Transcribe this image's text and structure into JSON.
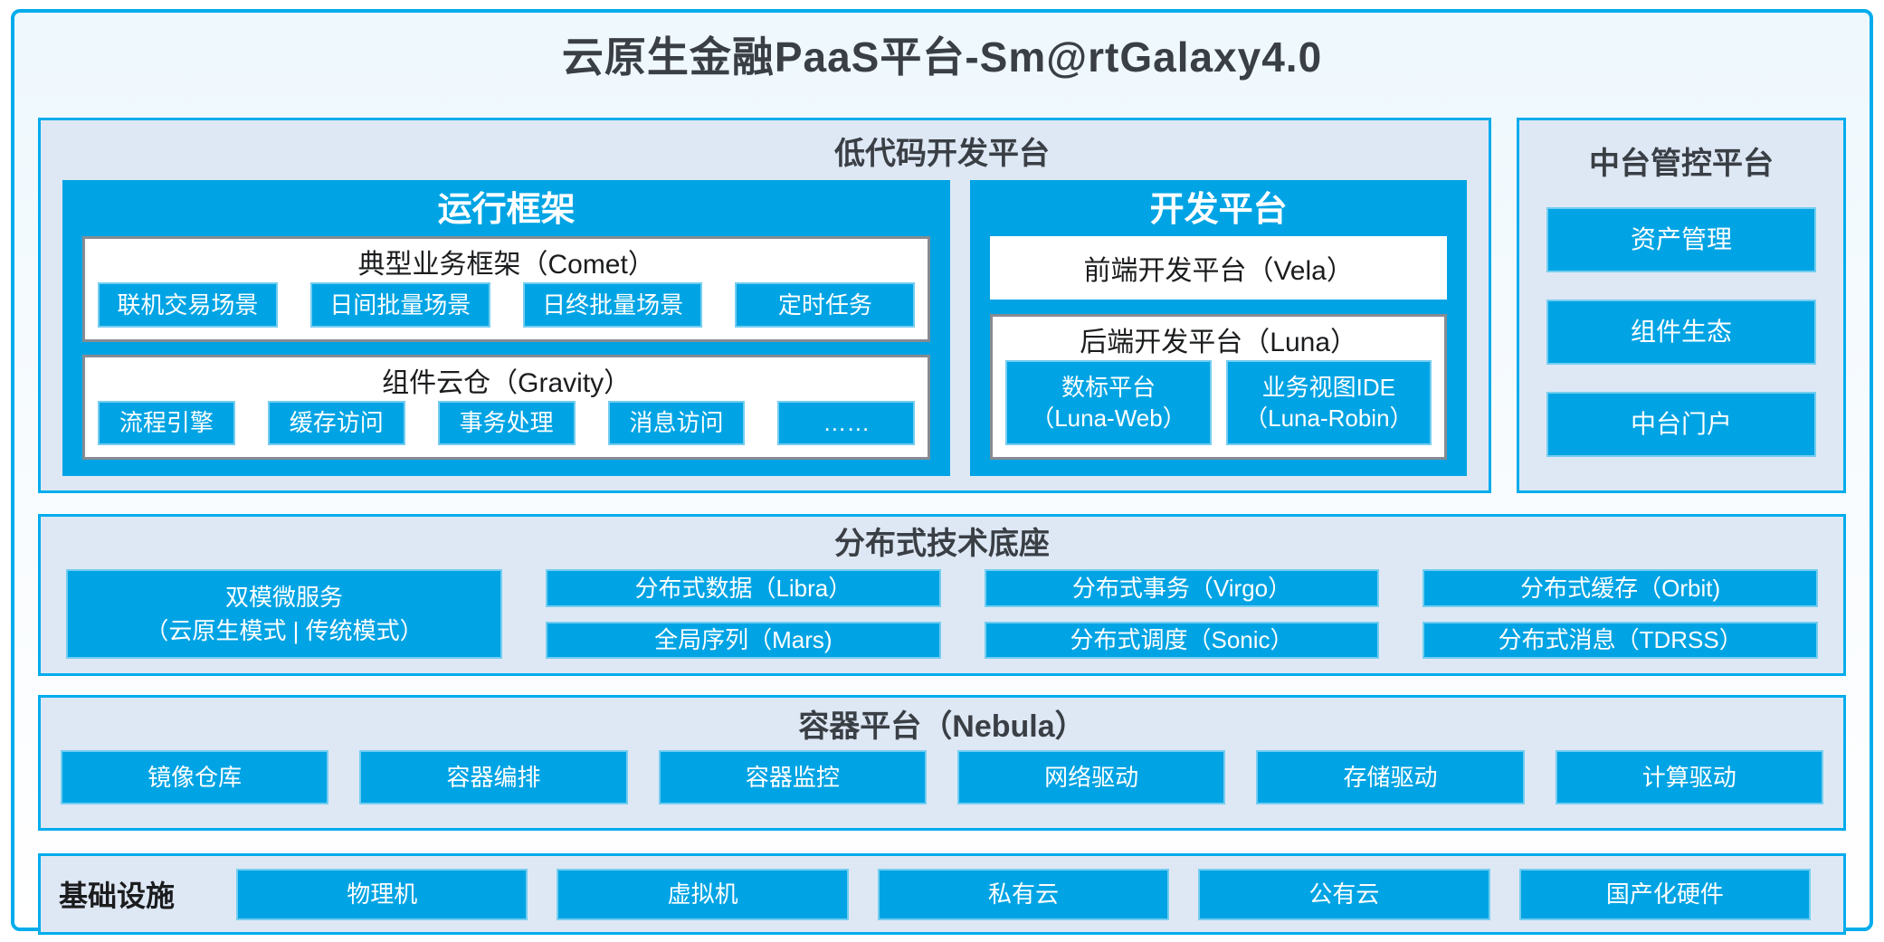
{
  "theme": {
    "accent": "#00A4E4",
    "border_blue": "#00ACEC",
    "section_bg": "#DEE8F5",
    "box_border_gray": "#878B92",
    "dark_text": "#3A3F45",
    "black_text": "#1B1C1E",
    "page_bg_top": "#EEF8FD"
  },
  "page": {
    "title": "云原生金融PaaS平台-Sm@rtGalaxy4.0"
  },
  "low_code": {
    "title": "低代码开发平台",
    "runtime": {
      "title": "运行框架",
      "comet": {
        "title": "典型业务框架（Comet）",
        "items": [
          "联机交易场景",
          "日间批量场景",
          "日终批量场景",
          "定时任务"
        ]
      },
      "gravity": {
        "title": "组件云仓（Gravity）",
        "items": [
          "流程引擎",
          "缓存访问",
          "事务处理",
          "消息访问",
          "……"
        ]
      }
    },
    "dev": {
      "title": "开发平台",
      "vela": "前端开发平台（Vela）",
      "luna": {
        "title": "后端开发平台（Luna）",
        "items": [
          {
            "line1": "数标平台",
            "line2": "（Luna-Web）"
          },
          {
            "line1": "业务视图IDE",
            "line2": "（Luna-Robin）"
          }
        ]
      }
    }
  },
  "midend": {
    "title": "中台管控平台",
    "items": [
      "资产管理",
      "组件生态",
      "中台门户"
    ]
  },
  "distributed": {
    "title": "分布式技术底座",
    "big_item": {
      "line1": "双模微服务",
      "line2": "（云原生模式 | 传统模式）"
    },
    "columns": [
      {
        "top": "分布式数据（Libra）",
        "bottom": "全局序列（Mars)"
      },
      {
        "top": "分布式事务（Virgo）",
        "bottom": "分布式调度（Sonic）"
      },
      {
        "top": "分布式缓存（Orbit)",
        "bottom": "分布式消息（TDRSS）"
      }
    ]
  },
  "container_platform": {
    "title": "容器平台（Nebula）",
    "items": [
      "镜像仓库",
      "容器编排",
      "容器监控",
      "网络驱动",
      "存储驱动",
      "计算驱动"
    ]
  },
  "infra": {
    "label": "基础设施",
    "items": [
      "物理机",
      "虚拟机",
      "私有云",
      "公有云",
      "国产化硬件"
    ]
  }
}
